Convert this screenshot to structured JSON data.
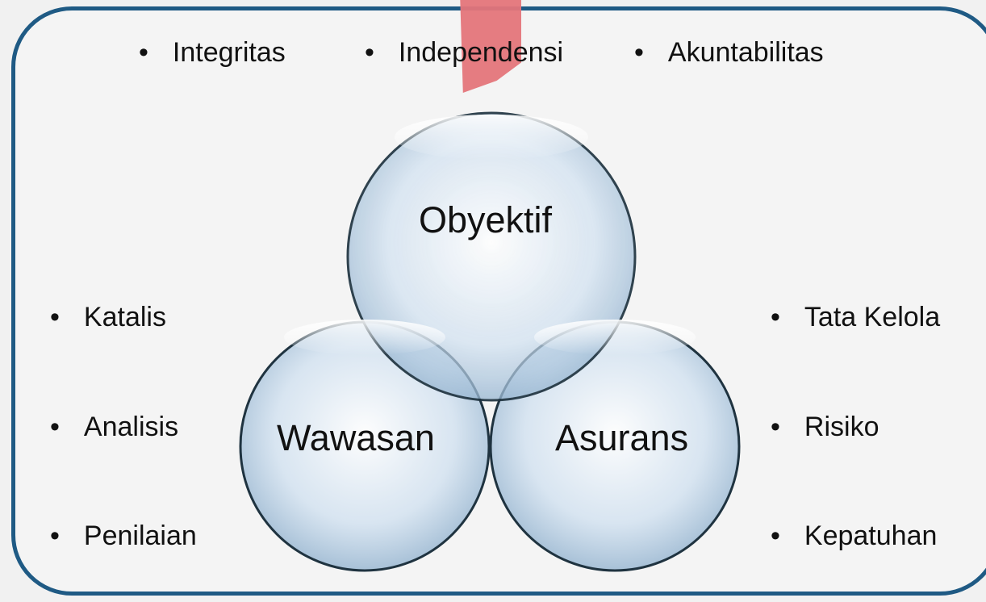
{
  "top_items": [
    "Integritas",
    "Independensi",
    "Akuntabilitas"
  ],
  "left_items": [
    "Katalis",
    "Analisis",
    "Penilaian"
  ],
  "right_items": [
    "Tata Kelola",
    "Risiko",
    "Kepatuhan"
  ],
  "circles": {
    "top": "Obyektif",
    "left": "Wawasan",
    "right": "Asurans"
  },
  "bullet": "•",
  "colors": {
    "frame": "#1f5a84",
    "circle_fill": "#b9d3ea",
    "circle_stroke": "#1f3340",
    "ribbon": "#e4757a"
  }
}
